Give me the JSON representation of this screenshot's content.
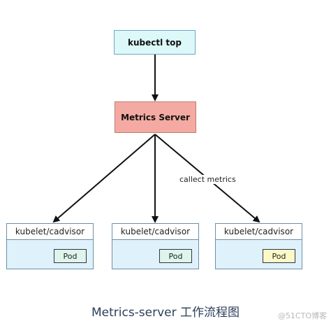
{
  "diagram": {
    "kubectl_label": "kubectl top",
    "metrics_server_label": "Metrics Server",
    "edge_label": "callect metrics",
    "nodes": [
      {
        "head": "kubelet/cadvisor",
        "pod": "Pod"
      },
      {
        "head": "kubelet/cadvisor",
        "pod": "Pod"
      },
      {
        "head": "kubelet/cadvisor",
        "pod": "Pod"
      }
    ]
  },
  "caption": "Metrics-server 工作流程图",
  "watermark": "@51CTO博客"
}
